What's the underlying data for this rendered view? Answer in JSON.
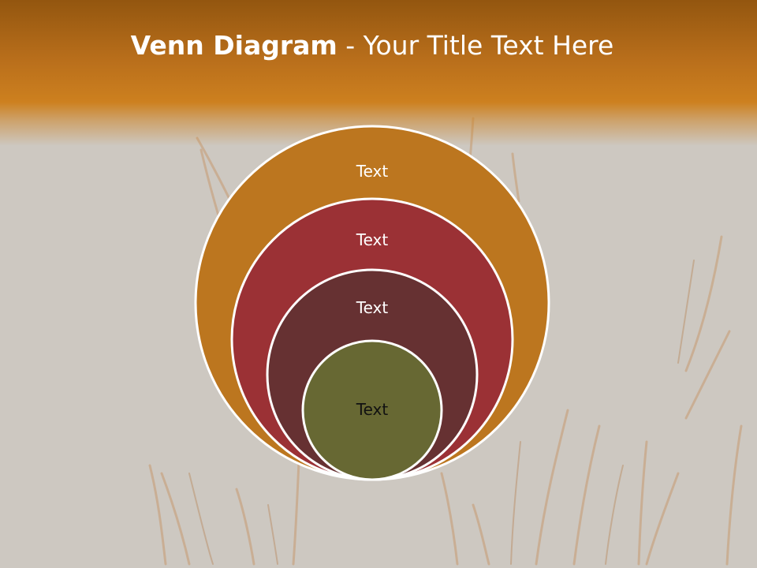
{
  "slide": {
    "title_bold": "Venn Diagram",
    "title_rest": " - Your Title Text Here"
  },
  "diagram": {
    "type": "nested-circles",
    "rings": [
      {
        "label": "Text",
        "fill": "#bc761f",
        "text_color": "#ffffff"
      },
      {
        "label": "Text",
        "fill": "#9b3135",
        "text_color": "#ffffff"
      },
      {
        "label": "Text",
        "fill": "#663132",
        "text_color": "#ffffff"
      },
      {
        "label": "Text",
        "fill": "#676833",
        "text_color": "#111111"
      }
    ],
    "outline_color": "#ffffff"
  },
  "colors": {
    "header_dark": "#93560f",
    "header_light": "#cd801f",
    "background": "#cdc8c1",
    "grass": "#c98a52"
  }
}
